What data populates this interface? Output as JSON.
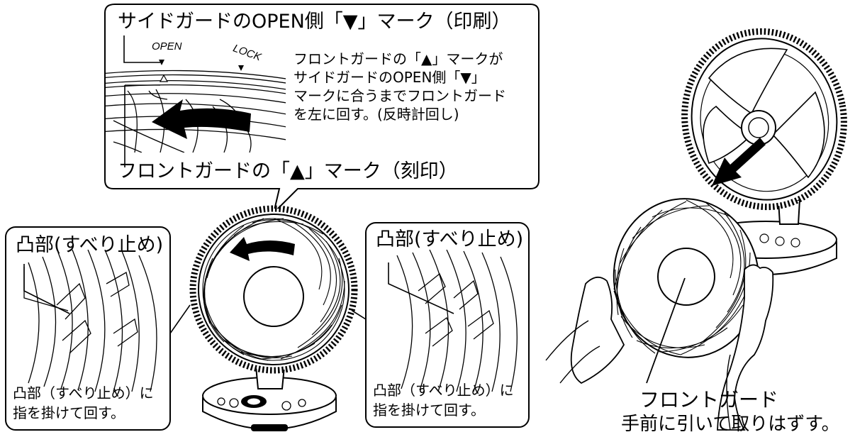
{
  "top_callout": {
    "title": "サイドガードのOPEN側「▼」マーク（印刷）",
    "open_label": "OPEN",
    "lock_label": "LOCK",
    "instruction_lines": [
      "フロントガードの「▲」マークが",
      "サイドガードのOPEN側「▼」",
      "マークに合うまでフロントガード",
      "を左に回す。(反時計回し)"
    ],
    "bottom_label": "フロントガードの「▲」マーク（刻印）"
  },
  "left_callout": {
    "title": "凸部(すべり止め)",
    "instruction_lines": [
      "凸部（すべり止め）に",
      "指を掛けて回す。"
    ]
  },
  "right_callout": {
    "title": "凸部(すべり止め)",
    "instruction_lines": [
      "凸部（すべり止め）に",
      "指を掛けて回す。"
    ]
  },
  "removal": {
    "part_label": "フロントガード",
    "instruction": "手前に引いて取りはずす。"
  }
}
